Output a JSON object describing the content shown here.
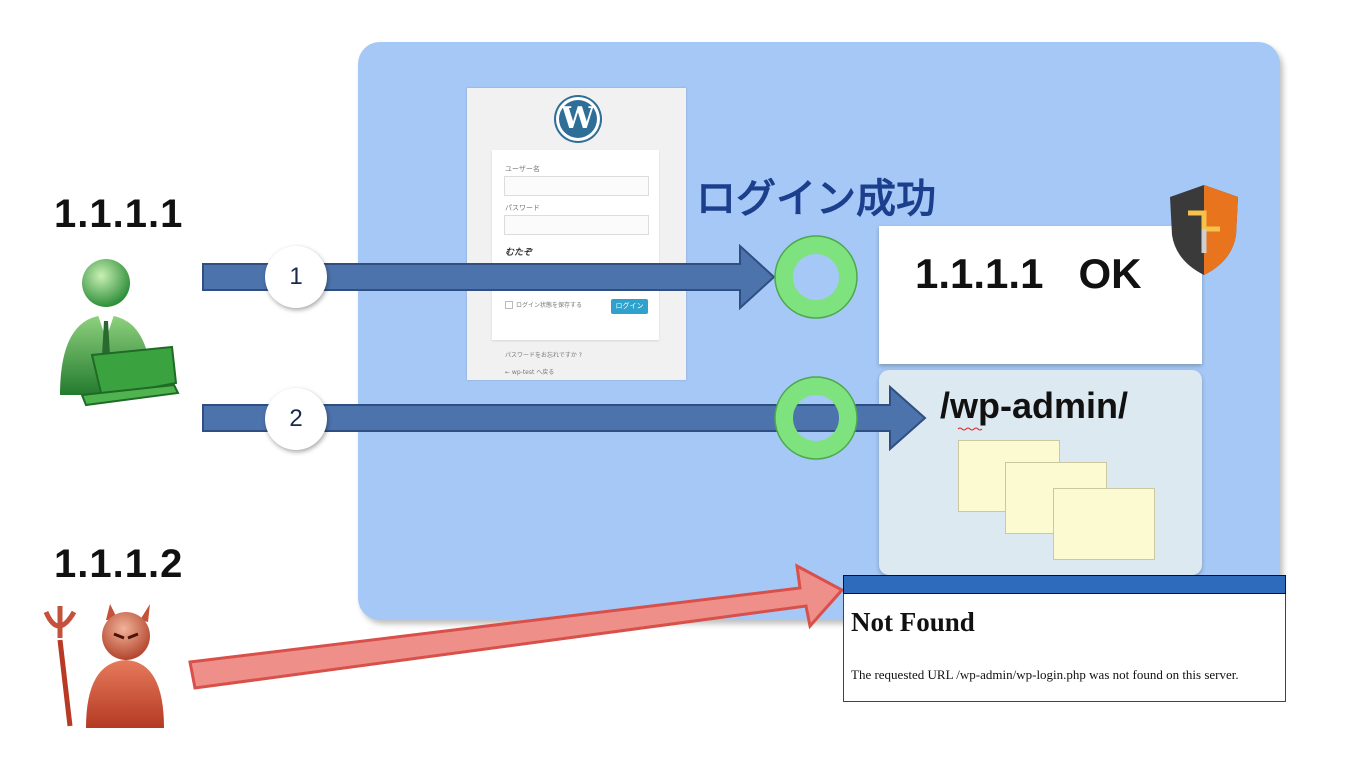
{
  "ips": {
    "legit": "1.1.1.1",
    "attacker": "1.1.1.2"
  },
  "wp_login": {
    "logo": "W",
    "username_label": "ユーザー名",
    "password_label": "パスワード",
    "captcha_text": "むたぞ",
    "remember_label": "ログイン状態を保存する",
    "login_button": "ログイン",
    "lost_password": "パスワードをお忘れですか ?",
    "back_link": "← wp-test へ戻る"
  },
  "steps": {
    "step1": "1",
    "step2": "2"
  },
  "success_label": "ログイン成功",
  "ok_box": {
    "text": "1.1.1.1   OK"
  },
  "admin_box": {
    "path": "/wp-admin/"
  },
  "not_found": {
    "title": "Not Found",
    "message": "The requested URL /wp-admin/wp-login.php was not found on this server."
  },
  "colors": {
    "panel": "#a6c8f6",
    "arrow_blue": "#4d73ad",
    "arrow_red": "#ee8f8a",
    "success_ring": "#7ee27e",
    "success_text": "#1c3f8d",
    "notfound_bar": "#2e6bbd"
  }
}
